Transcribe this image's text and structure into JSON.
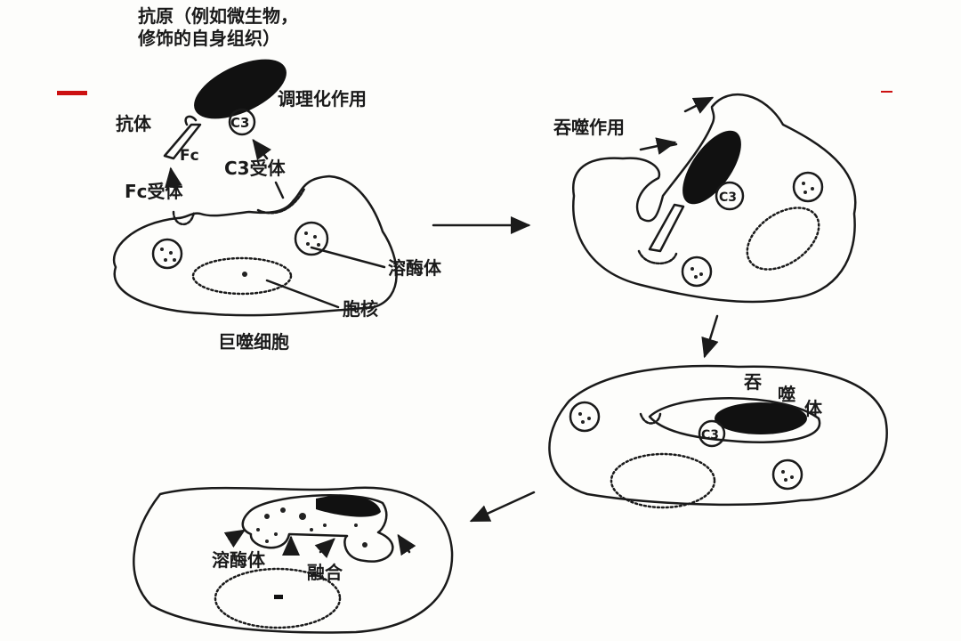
{
  "labels": {
    "antigen_line1": "抗原（例如微生物，",
    "antigen_line2": "修饰的自身组织）",
    "opsonization": "调理化作用",
    "antibody": "抗体",
    "c3": "C3",
    "fc": "Fc",
    "c3_receptor": "C3受体",
    "fc_receptor": "Fc受体",
    "lysosome": "溶酶体",
    "nucleus": "胞核",
    "macrophage": "巨噬细胞",
    "phagocytosis": "吞噬作用",
    "c3_b": "C3",
    "phagosome_1": "吞",
    "phagosome_2": "噬",
    "phagosome_3": "体",
    "c3_c": "C3",
    "lysosome_b": "溶酶体",
    "fusion": "融合"
  },
  "colors": {
    "accent": "#cc1111",
    "ink": "#1a1a1a"
  }
}
